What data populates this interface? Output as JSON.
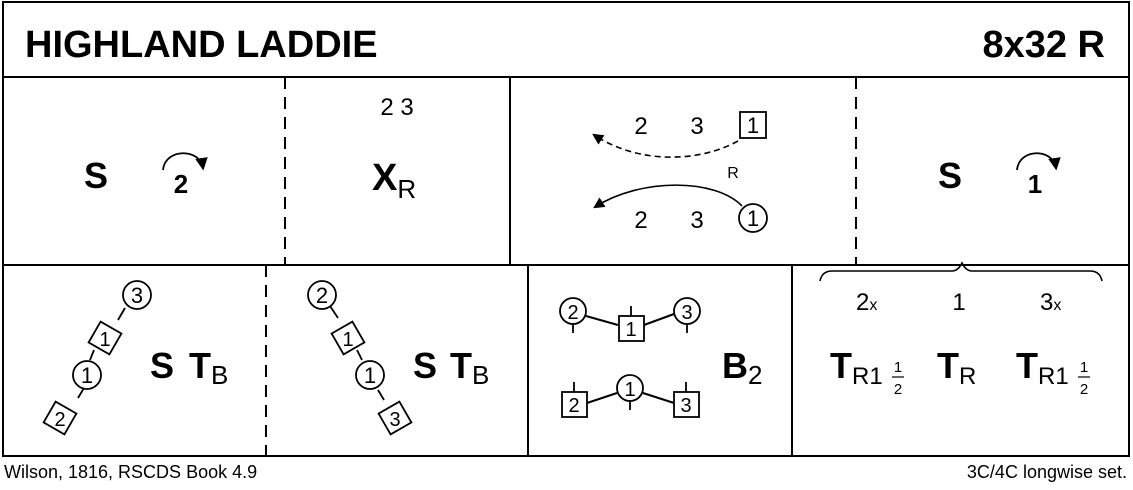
{
  "header": {
    "title": "HIGHLAND LADDIE",
    "format": "8x32 R"
  },
  "bar1": {
    "cell1": {
      "figure": "S",
      "turn": "2"
    },
    "cell2": {
      "couples": "2 3",
      "figure": "X",
      "figure_sub": "R"
    },
    "cell3": {
      "top_a": "2",
      "top_b": "3",
      "top_end": "1",
      "hand_label": "R",
      "bot_a": "2",
      "bot_b": "3",
      "bot_end": "1"
    },
    "cell4": {
      "figure": "S",
      "turn": "1"
    }
  },
  "bar2": {
    "cell1": {
      "fig1": "S",
      "fig2": "T",
      "fig2_sub": "B",
      "d_top": "3",
      "d_1": "1",
      "d_2": "1",
      "d_bot": "2"
    },
    "cell2": {
      "fig1": "S",
      "fig2": "T",
      "fig2_sub": "B",
      "d_top": "2",
      "d_1": "1",
      "d_2": "1",
      "d_bot": "3"
    },
    "cell3": {
      "row1": [
        "2",
        "1",
        "3"
      ],
      "row2": [
        "2",
        "1",
        "3"
      ],
      "figure": "B",
      "figure_sub": "2"
    },
    "cell4": {
      "couples": [
        "2",
        "1",
        "3"
      ],
      "couples_sub": [
        "x",
        "",
        "x"
      ],
      "t1": "T",
      "t1_sub": "R1",
      "t2": "T",
      "t2_sub": "R",
      "t3": "T",
      "t3_sub": "R1",
      "half_num": "1",
      "half_den": "2"
    }
  },
  "footer": {
    "source": "Wilson, 1816, RSCDS Book 4.9",
    "set": "3C/4C longwise set."
  }
}
